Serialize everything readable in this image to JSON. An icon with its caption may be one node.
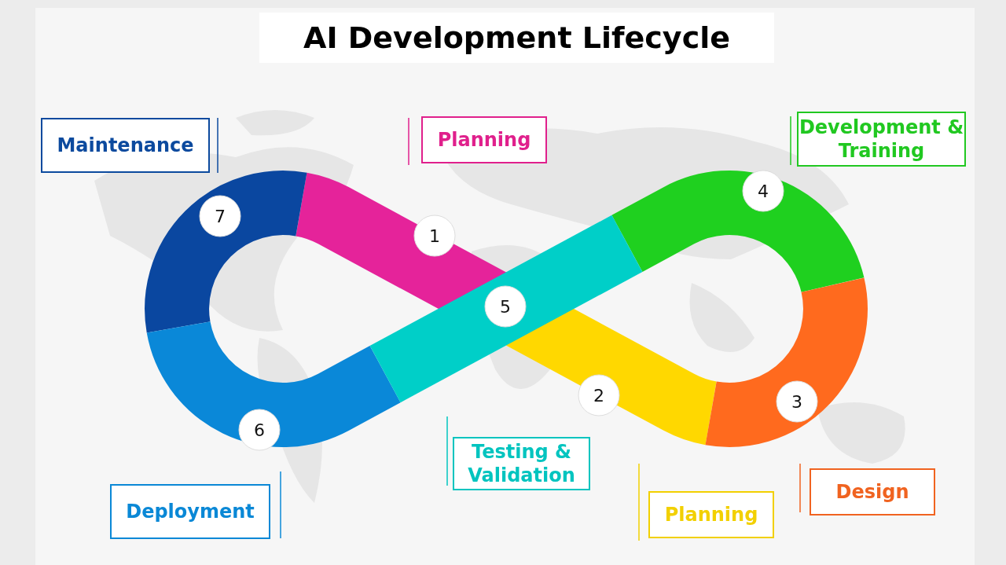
{
  "diagram": {
    "title": "AI Development Lifecycle",
    "nodes": [
      {
        "text": [
          "Maintenance"
        ]
      },
      {
        "text": [
          "Planning"
        ]
      },
      {
        "text": [
          "Development & Training"
        ]
      },
      {
        "text": [
          "7"
        ]
      },
      {
        "text": [
          "1"
        ]
      },
      {
        "text": [
          "4"
        ]
      },
      {
        "text": [
          "5"
        ]
      },
      {
        "text": [
          "2"
        ]
      },
      {
        "text": [
          "3"
        ]
      },
      {
        "text": [
          "6"
        ]
      },
      {
        "text": [
          "Deployment"
        ]
      },
      {
        "text": [
          "Testing & Validation"
        ]
      },
      {
        "text": [
          "Planning"
        ]
      },
      {
        "text": [
          "Design"
        ]
      }
    ],
    "edges": []
  }
}
